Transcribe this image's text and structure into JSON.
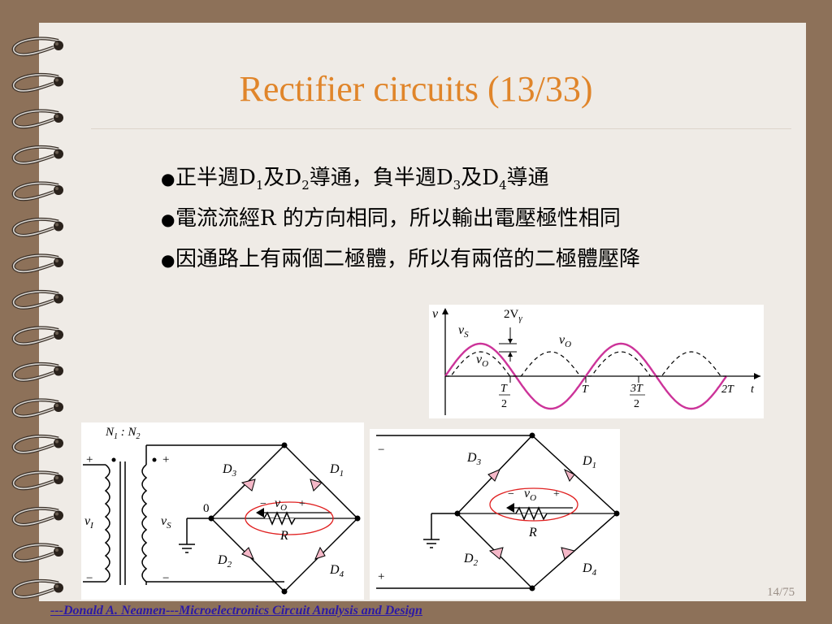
{
  "title": "Rectifier circuits (13/33)",
  "bullets": [
    {
      "pre": "正半週D",
      "s1": "1",
      "mid1": "及D",
      "s2": "2",
      "mid2": "導通，負半週D",
      "s3": "3",
      "mid3": "及D",
      "s4": "4",
      "post": "導通"
    },
    {
      "text": "電流流經R 的方向相同，所以輸出電壓極性相同"
    },
    {
      "text": "因通路上有兩個二極體，所以有兩倍的二極體壓降"
    }
  ],
  "waveform": {
    "v_label": "v",
    "vs": "v",
    "vs_sub": "S",
    "vo": "v",
    "vo_sub": "O",
    "two_vgamma": "2V",
    "gamma": "γ",
    "t_half_num": "T",
    "t_half_den": "2",
    "t_full": "T",
    "t_3half_num": "3T",
    "t_3half_den": "2",
    "t_2": "2T",
    "t_axis": "t"
  },
  "circuit_left": {
    "n_ratio": "N",
    "n1": "1",
    "colon": " : N",
    "n2": "2",
    "vi": "v",
    "vi_sub": "I",
    "vs": "v",
    "vs_sub": "S",
    "zero": "0",
    "abs_vs": "|v",
    "abs_vs_sub": "S",
    "abs_close": "|",
    "d1": "D",
    "d1s": "1",
    "d2": "D",
    "d2s": "2",
    "d3": "D",
    "d3s": "3",
    "d4": "D",
    "d4s": "4",
    "r": "R",
    "vo": "v",
    "vo_sub": "O",
    "plus": "+",
    "minus": "−"
  },
  "circuit_right": {
    "d1": "D",
    "d1s": "1",
    "d2": "D",
    "d2s": "2",
    "d3": "D",
    "d3s": "3",
    "d4": "D",
    "d4s": "4",
    "r": "R",
    "vo": "v",
    "vo_sub": "O",
    "plus": "+",
    "minus": "−"
  },
  "colors": {
    "title": "#e0852a",
    "wave_vs": "#cc3399",
    "footer": "#2c1aa4"
  },
  "page_number": "14/75",
  "footer": "---Donald A. Neamen---Microelectronics Circuit Analysis and Design"
}
